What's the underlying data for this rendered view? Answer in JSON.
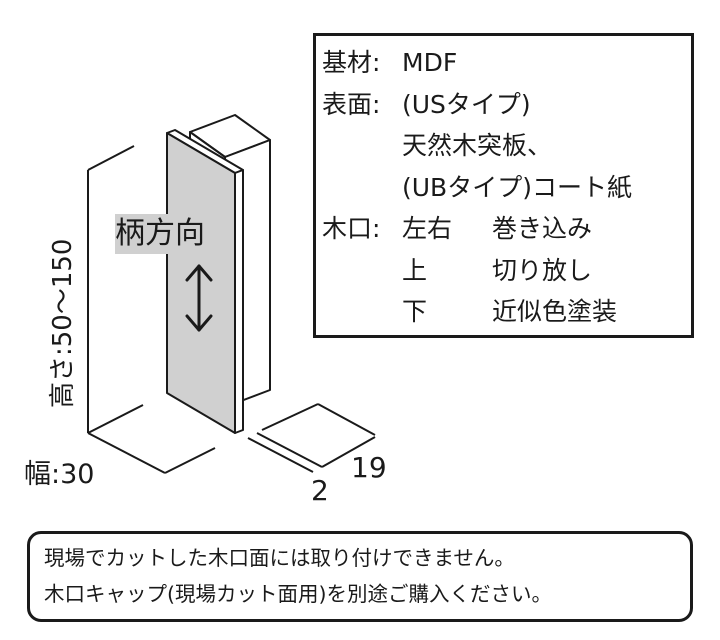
{
  "spec": {
    "substrate_key": "基材:",
    "substrate_value": "MDF",
    "surface_key": "表面:",
    "surface_line1": "(USタイプ)",
    "surface_line2": "天然木突板、",
    "surface_line3": "(UBタイプ)コート紙",
    "edge_key": "木口:",
    "edge_rows": [
      {
        "position": "左右",
        "finish": "巻き込み"
      },
      {
        "position": "上",
        "finish": "切り放し"
      },
      {
        "position": "下",
        "finish": "近似色塗装"
      }
    ]
  },
  "diagram": {
    "grain_direction_label": "柄方向",
    "height_label": "高さ:50〜150",
    "width_label": "幅:30",
    "depth_label": "19",
    "thickness_label": "2"
  },
  "note": {
    "line1": "現場でカットした木口面には取り付けできません。",
    "line2": "木口キャップ(現場カット面用)を別途ご購入ください。"
  }
}
